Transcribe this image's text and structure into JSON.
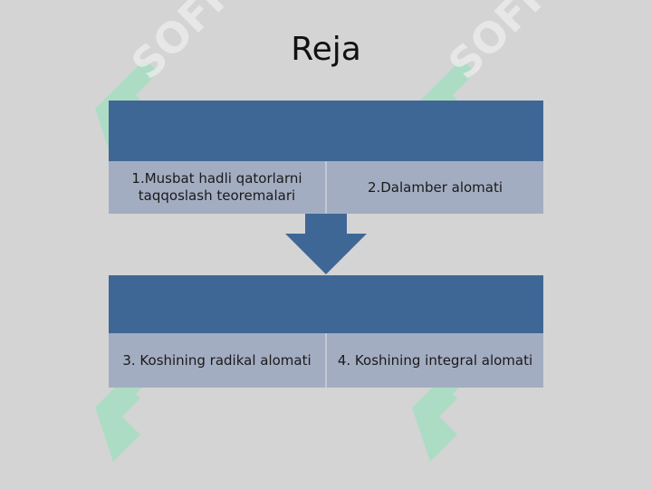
{
  "slide": {
    "title": "Reja",
    "watermark_text": "SOFF",
    "accent_color": "#3f6796",
    "cell_color": "#a3adc2",
    "watermark_color": "#8fe3b8"
  },
  "blocks": [
    {
      "items": [
        {
          "label": "1.Musbat hadli qatorlarni taqqoslash teoremalari"
        },
        {
          "label": "2.Dalamber alomati"
        }
      ]
    },
    {
      "items": [
        {
          "label": "3. Koshining radikal alomati"
        },
        {
          "label": "4. Koshining integral alomati"
        }
      ]
    }
  ],
  "connector": {
    "icon": "down-arrow-icon"
  }
}
